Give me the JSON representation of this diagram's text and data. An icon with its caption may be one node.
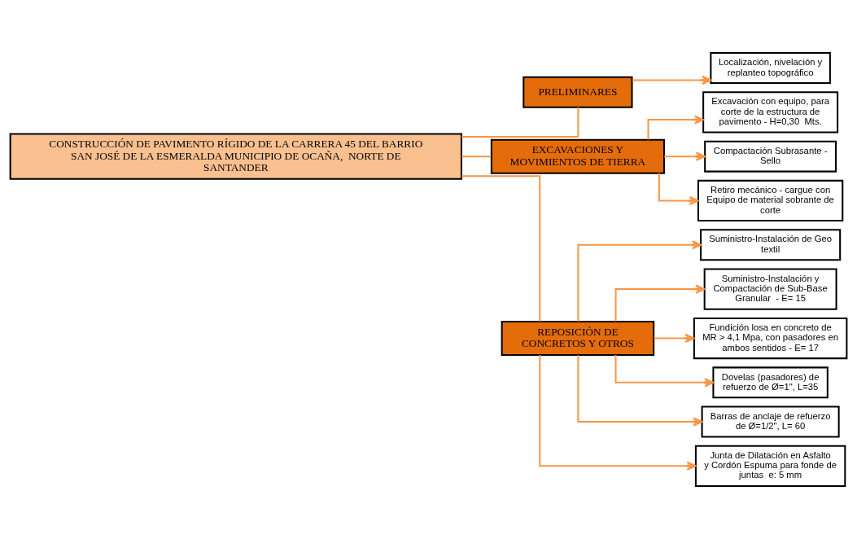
{
  "diagram": {
    "nodes": [
      {
        "text": [
          "CONSTRUCCIÓN DE PAVIMENTO RÍGIDO DE LA CARRERA 45 DEL BARRIO SAN JOSÉ DE LA ESMERALDA MUNICIPIO DE OCAÑA,  NORTE DE SANTANDER"
        ]
      },
      {
        "text": [
          "PRELIMINARES"
        ]
      },
      {
        "text": [
          "Localización, nivelación y replanteo topográfico"
        ]
      },
      {
        "text": [
          "EXCAVACIONES Y MOVIMIENTOS DE TIERRA"
        ]
      },
      {
        "text": [
          "Excavación con equipo, para corte de la estructura de pavimento - H=0,30  Mts."
        ]
      },
      {
        "text": [
          "Compactación Subrasante - Sello"
        ]
      },
      {
        "text": [
          "Retiro mecánico - cargue con Equipo de material sobrante de corte"
        ]
      },
      {
        "text": [
          "REPOSICIÓN DE CONCRETOS Y OTROS"
        ]
      },
      {
        "text": [
          "Suministro-Instalación de Geo textil"
        ]
      },
      {
        "text": [
          "Suministro-Instalación y Compactación de Sub-Base Granular  - E= 15"
        ]
      },
      {
        "text": [
          "Fundición losa en concreto de MR > 4,1 Mpa, con pasadores en ambos sentidos - E= 17"
        ]
      },
      {
        "text": [
          "Dovelas (pasadores) de refuerzo de Ø=1\", L=35"
        ]
      },
      {
        "text": [
          "Barras de anclaje de refuerzo de Ø=1/2\", L= 60"
        ]
      },
      {
        "text": [
          "Junta de Dilatación en Asfalto y Cordón Espuma para fonde de juntas  e: 5 mm"
        ]
      }
    ],
    "edges": [
      {
        "from": 0,
        "to": 1,
        "arrow": "none"
      },
      {
        "from": 0,
        "to": 3,
        "arrow": "none"
      },
      {
        "from": 0,
        "to": 7,
        "arrow": "none"
      },
      {
        "from": 1,
        "to": 2,
        "arrow": "to"
      },
      {
        "from": 3,
        "to": 4,
        "arrow": "to"
      },
      {
        "from": 3,
        "to": 5,
        "arrow": "to"
      },
      {
        "from": 3,
        "to": 6,
        "arrow": "to"
      },
      {
        "from": 7,
        "to": 8,
        "arrow": "to"
      },
      {
        "from": 7,
        "to": 9,
        "arrow": "to"
      },
      {
        "from": 7,
        "to": 10,
        "arrow": "to"
      },
      {
        "from": 7,
        "to": 11,
        "arrow": "to"
      },
      {
        "from": 7,
        "to": 12,
        "arrow": "to"
      },
      {
        "from": 7,
        "to": 13,
        "arrow": "to"
      }
    ]
  }
}
